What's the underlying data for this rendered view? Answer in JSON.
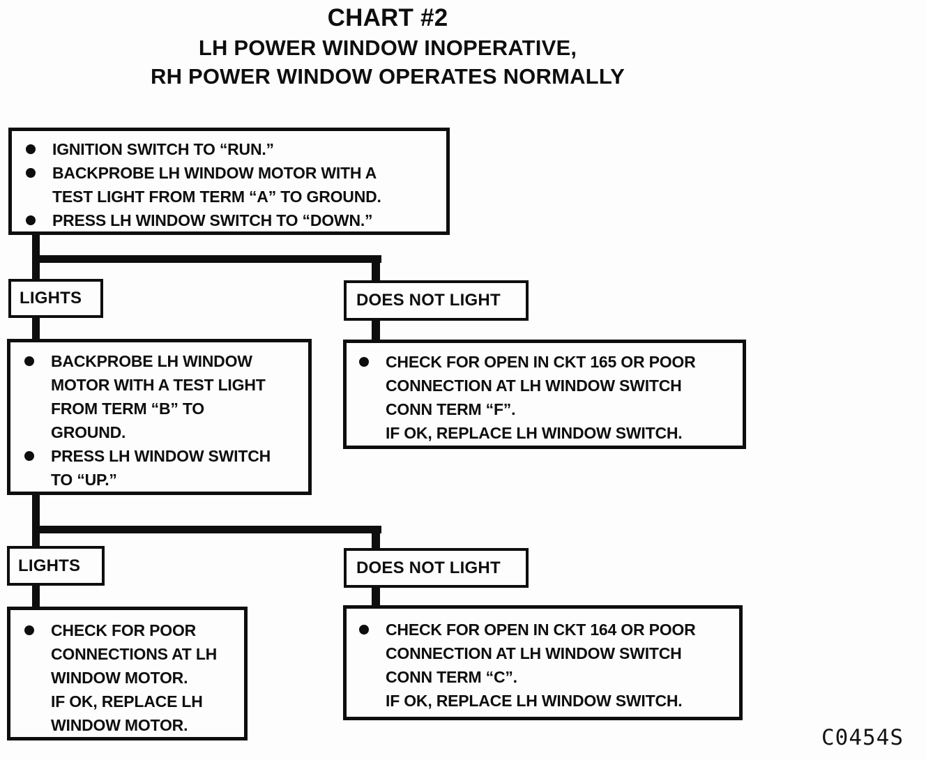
{
  "title": {
    "line1": "CHART #2",
    "line2": "LH POWER WINDOW INOPERATIVE,",
    "line3": "RH POWER WINDOW OPERATES NORMALLY"
  },
  "figure_code": "C0454S",
  "colors": {
    "ink": "#0e0e0e",
    "paper": "#fdfdfd"
  },
  "boxes": {
    "start": {
      "items": [
        {
          "lines": [
            "IGNITION SWITCH TO “RUN.”"
          ]
        },
        {
          "lines": [
            "BACKPROBE LH WINDOW MOTOR WITH A",
            "TEST LIGHT FROM TERM “A” TO GROUND."
          ]
        },
        {
          "lines": [
            "PRESS LH WINDOW SWITCH TO “DOWN.”"
          ]
        }
      ]
    },
    "lights1": {
      "label": "LIGHTS"
    },
    "does_not_light1": {
      "label": "DOES NOT LIGHT"
    },
    "probe_term_b": {
      "items": [
        {
          "lines": [
            "BACKPROBE LH WINDOW",
            "MOTOR WITH A TEST LIGHT",
            "FROM TERM “B” TO",
            "GROUND."
          ]
        },
        {
          "lines": [
            "PRESS LH WINDOW SWITCH",
            "TO “UP.”"
          ]
        }
      ]
    },
    "check_ckt165": {
      "items": [
        {
          "lines": [
            "CHECK FOR OPEN IN CKT 165 OR POOR",
            "CONNECTION AT LH WINDOW SWITCH",
            "CONN TERM “F”.",
            "IF OK, REPLACE LH WINDOW SWITCH."
          ]
        }
      ]
    },
    "lights2": {
      "label": "LIGHTS"
    },
    "does_not_light2": {
      "label": "DOES NOT LIGHT"
    },
    "check_motor": {
      "items": [
        {
          "lines": [
            "CHECK FOR POOR",
            "CONNECTIONS AT LH",
            "WINDOW MOTOR.",
            "IF OK, REPLACE LH",
            "WINDOW MOTOR."
          ]
        }
      ]
    },
    "check_ckt164": {
      "items": [
        {
          "lines": [
            "CHECK FOR OPEN IN CKT 164 OR POOR",
            "CONNECTION AT LH WINDOW SWITCH",
            "CONN TERM “C”.",
            "IF OK, REPLACE LH WINDOW SWITCH."
          ]
        }
      ]
    }
  }
}
